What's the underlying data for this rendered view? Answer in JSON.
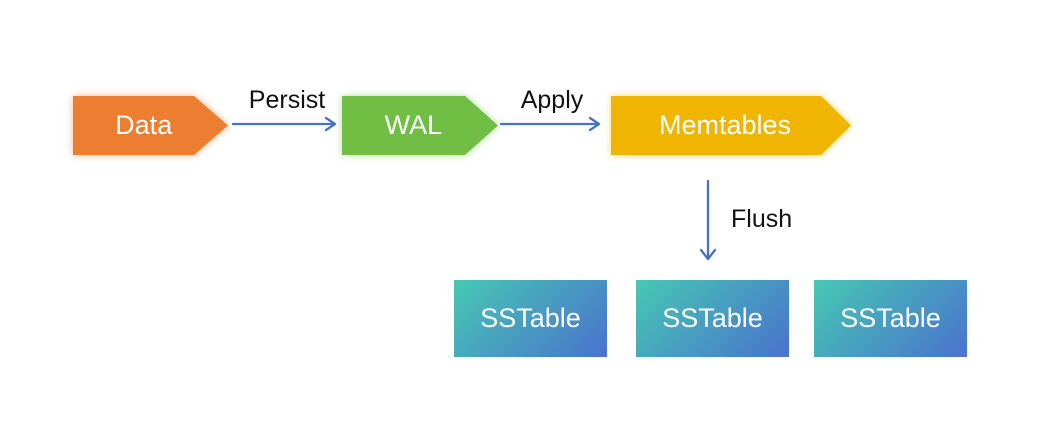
{
  "diagram": {
    "background": "#FFFFFF",
    "label_color": "#111111",
    "nodes": {
      "data": {
        "label": "Data",
        "fill": "#ED7D31",
        "shape": "chevron-arrow"
      },
      "wal": {
        "label": "WAL",
        "fill": "#70BF44",
        "shape": "chevron-arrow"
      },
      "memtables": {
        "label": "Memtables",
        "fill": "#F0B500",
        "shape": "chevron-arrow"
      }
    },
    "edges": {
      "persist": {
        "label": "Persist",
        "from": "Data",
        "to": "WAL",
        "color": "#4472C4",
        "direction": "right"
      },
      "apply": {
        "label": "Apply",
        "from": "WAL",
        "to": "Memtables",
        "color": "#4472C4",
        "direction": "right"
      },
      "flush": {
        "label": "Flush",
        "from": "Memtables",
        "to": "SSTable",
        "color": "#4472C4",
        "direction": "down"
      }
    },
    "sstables": [
      {
        "label": "SSTable",
        "gradient_start": "#46C8B3",
        "gradient_end": "#4A72CE"
      },
      {
        "label": "SSTable",
        "gradient_start": "#46C8B3",
        "gradient_end": "#4A72CE"
      },
      {
        "label": "SSTable",
        "gradient_start": "#46C8B3",
        "gradient_end": "#4A72CE"
      }
    ]
  }
}
